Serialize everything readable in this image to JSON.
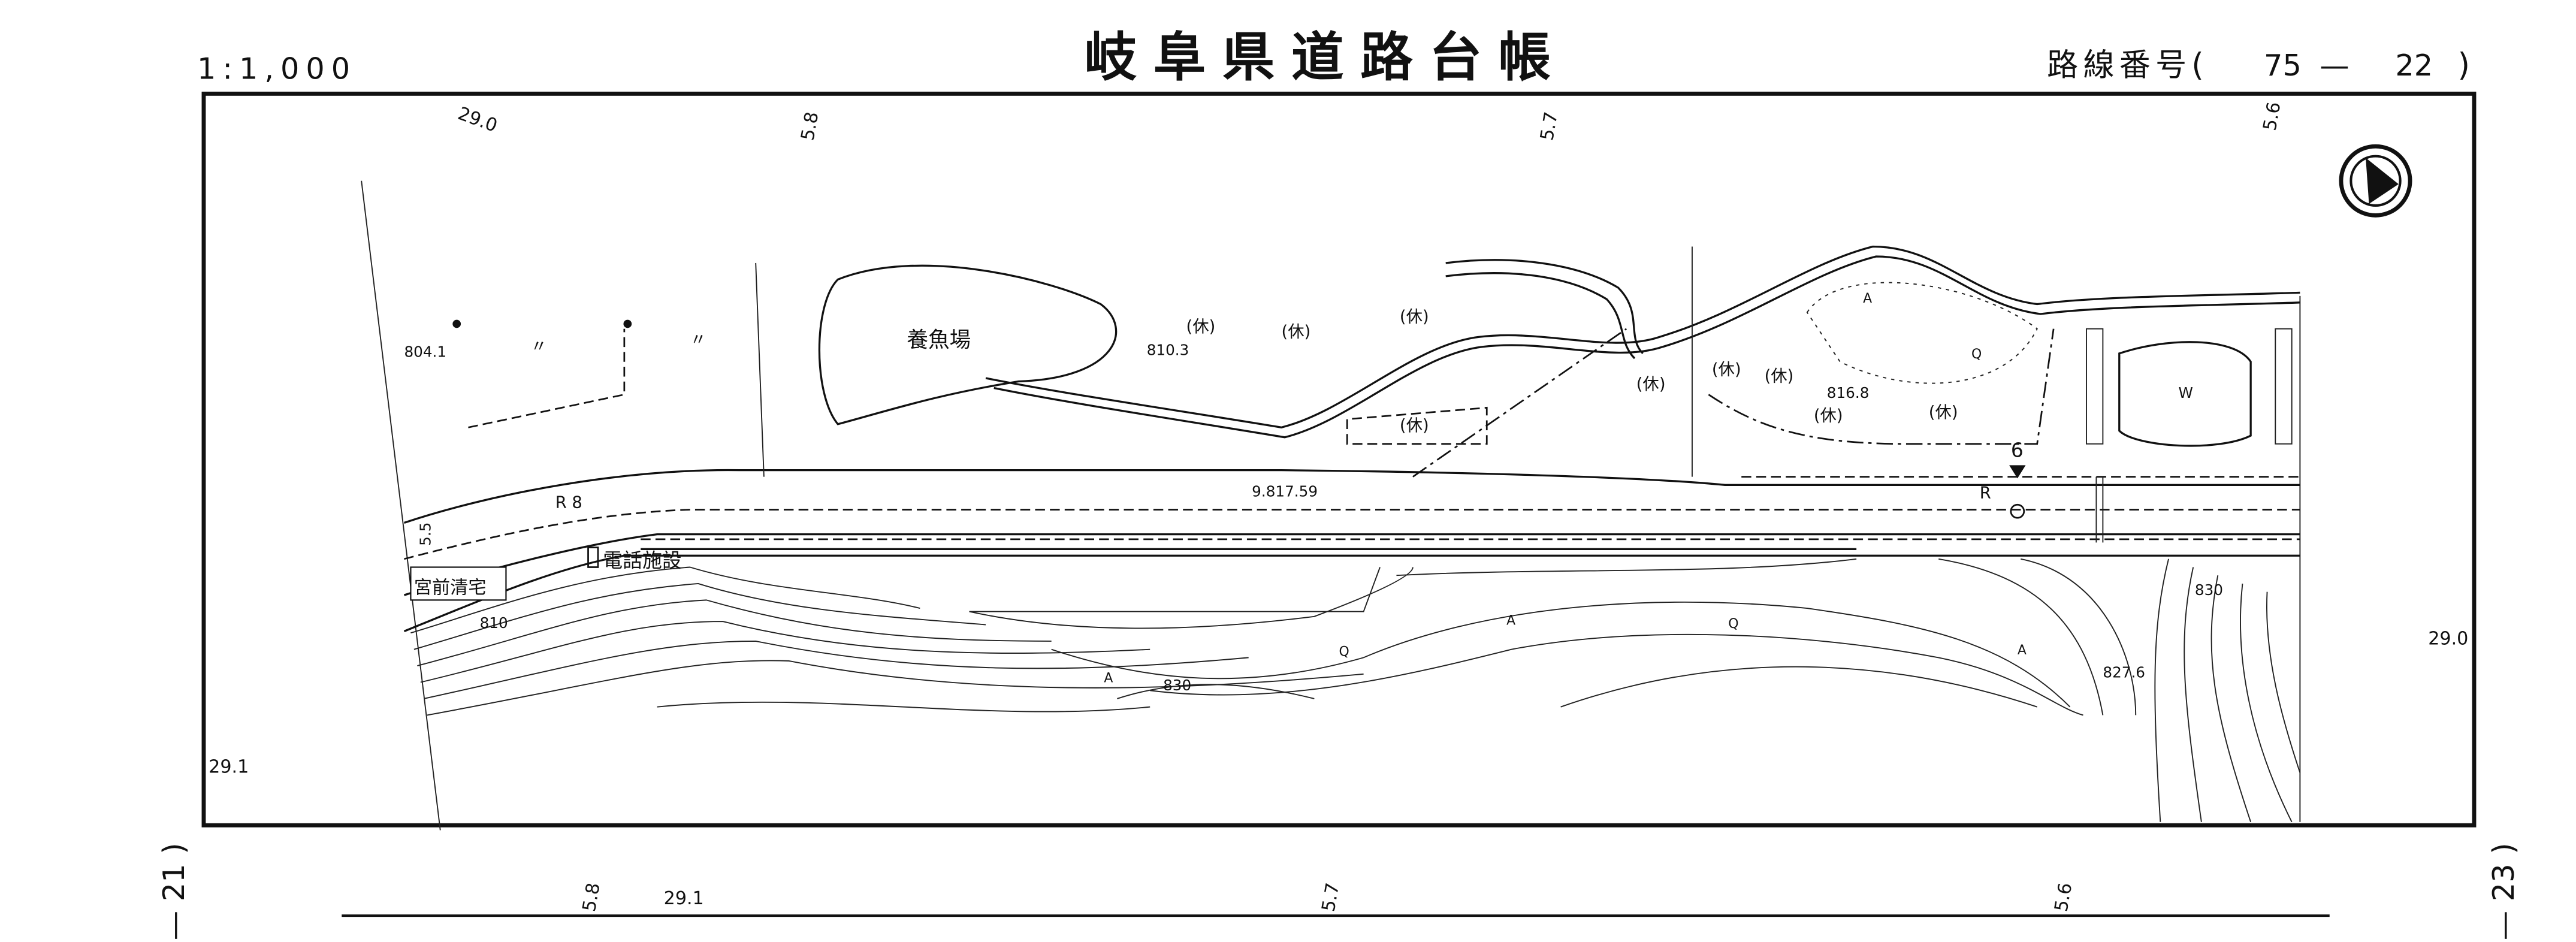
{
  "header": {
    "scale": "1:1,000",
    "title": "岐阜県道路台帳",
    "route_label": "路線番号(",
    "route_major": "75",
    "route_dash": "—",
    "route_minor": "22",
    "route_close": ")"
  },
  "side": {
    "left_page": "— 21 )",
    "right_page": "— 23 )"
  },
  "stations_top": [
    "29.0",
    "5.8",
    "5.7",
    "5.6"
  ],
  "stations_right": "29.0",
  "stations_left": "29.1",
  "stations_bottom": [
    "5.8",
    "29.1",
    "5.7",
    "5.6"
  ],
  "map_labels": {
    "fish_farm": "養魚場",
    "elev_804": "804.1",
    "elev_810_3": "810.3",
    "elev_816_8": "816.8",
    "benchmark": "9.817.59",
    "elev_827_6": "827.6",
    "contour_830a": "830",
    "contour_830b": "830",
    "contour_810": "810",
    "fallow": "(休)",
    "curve_r8": "R 8",
    "curve_r": "R",
    "width": "5.5",
    "house": "宮前清宅",
    "phone_facility": "電話施設",
    "water": "W",
    "point_6": "6",
    "symbol_q": "Q",
    "symbol_a": "A",
    "field_mark": "〃"
  },
  "colors": {
    "ink": "#111111",
    "paper": "#ffffff"
  }
}
